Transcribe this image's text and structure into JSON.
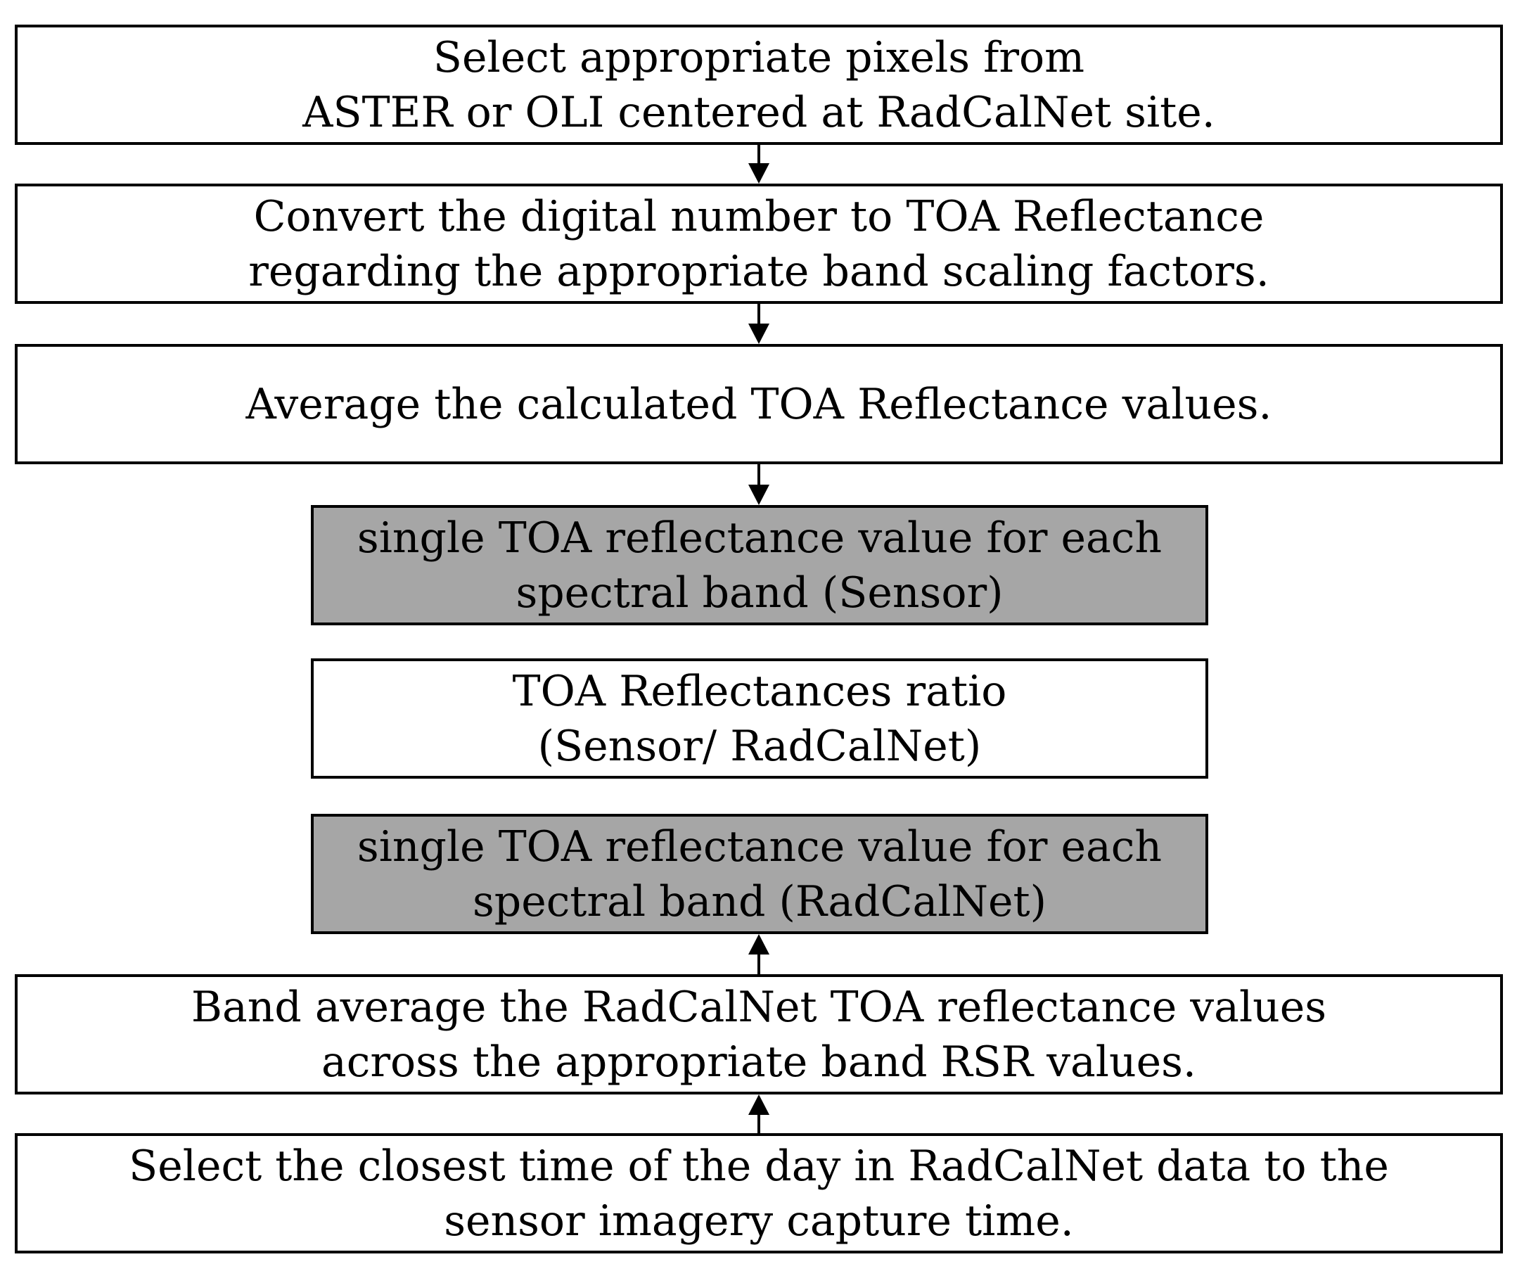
{
  "colors": {
    "border": "#000000",
    "box_fill": "#ffffff",
    "shaded_fill": "#a6a6a6"
  },
  "steps": [
    {
      "lines": [
        "Select appropriate pixels from",
        "ASTER or OLI centered at RadCalNet site."
      ]
    },
    {
      "lines": [
        "Convert the digital number to TOA Reflectance",
        "regarding the appropriate band scaling factors."
      ]
    },
    {
      "lines": [
        "Average the calculated TOA Reflectance values."
      ]
    },
    {
      "lines": [
        "single TOA reflectance value for each",
        "spectral band (Sensor)"
      ]
    },
    {
      "lines": [
        "TOA Reflectances ratio",
        "(Sensor/ RadCalNet)"
      ]
    },
    {
      "lines": [
        "single TOA reflectance value for each",
        "spectral band (RadCalNet)"
      ]
    },
    {
      "lines": [
        "Band average the RadCalNet TOA reflectance values",
        "across the appropriate band RSR values."
      ]
    },
    {
      "lines": [
        "Select the closest time of the day in RadCalNet data to the",
        "sensor imagery capture time."
      ]
    }
  ]
}
